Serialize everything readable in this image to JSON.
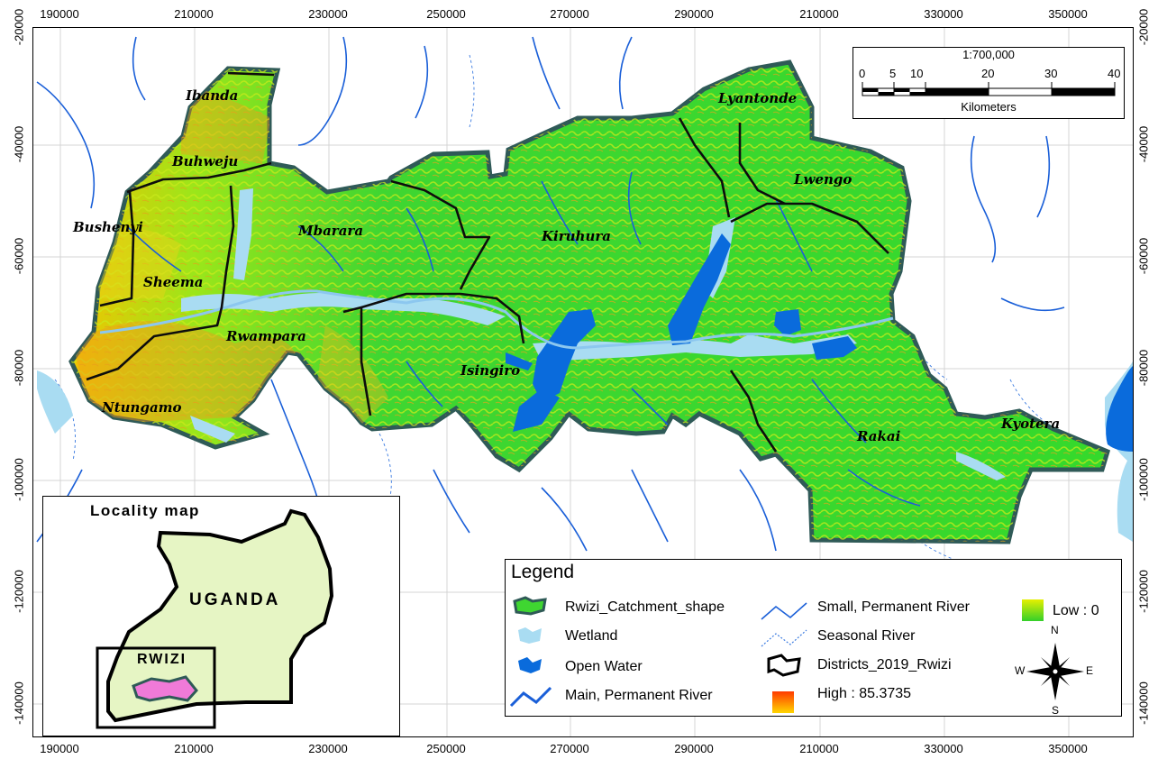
{
  "axes": {
    "top_ticks": [
      "190000",
      "210000",
      "230000",
      "250000",
      "270000",
      "290000",
      "210000",
      "330000",
      "350000"
    ],
    "bottom_ticks": [
      "190000",
      "210000",
      "230000",
      "250000",
      "270000",
      "290000",
      "210000",
      "330000",
      "350000"
    ],
    "left_ticks": [
      "-20000",
      "-40000",
      "-60000",
      "-80000",
      "-100000",
      "-120000",
      "-140000"
    ],
    "right_ticks": [
      "-20000",
      "-40000",
      "-60000",
      "-80000",
      "-100000",
      "-120000",
      "-140000"
    ]
  },
  "districts": {
    "ibanda": "Ibanda",
    "buhweju": "Buhweju",
    "bushenyi": "Bushenyi",
    "sheema": "Sheema",
    "mbarara": "Mbarara",
    "rwampara": "Rwampara",
    "ntungamo": "Ntungamo",
    "kiruhura": "Kiruhura",
    "isingiro": "Isingiro",
    "lyantonde": "Lyantonde",
    "lwengo": "Lwengo",
    "rakai": "Rakai",
    "kyotera": "Kyotera"
  },
  "scale_bar": {
    "ratio": "1:700,000",
    "labels": [
      "0",
      "5",
      "10",
      "20",
      "30",
      "40"
    ],
    "unit": "Kilometers"
  },
  "legend": {
    "title": "Legend",
    "catchment": "Rwizi_Catchment_shape",
    "wetland": "Wetland",
    "open_water": "Open Water",
    "main_river": "Main, Permanent River",
    "small_river": "Small, Permanent River",
    "seasonal_river": "Seasonal River",
    "districts": "Districts_2019_Rwizi",
    "high": "High : 85.3735",
    "low": "Low : 0",
    "north": "N",
    "south": "S",
    "east": "E",
    "west": "W"
  },
  "locality_map": {
    "title": "Locality map",
    "country": "UGANDA",
    "region": "RWIZI"
  },
  "colors": {
    "catchment_fill": "#3fd631",
    "catchment_outline": "#2f5a57",
    "high_relief": "#ff6a00",
    "mid_relief": "#f7e415",
    "wetland": "#a9dcf2",
    "open_water": "#0a6bdc",
    "river": "#1a5fd8",
    "uganda_fill": "#e6f5c4",
    "rwizi_fill": "#f07ad8"
  }
}
